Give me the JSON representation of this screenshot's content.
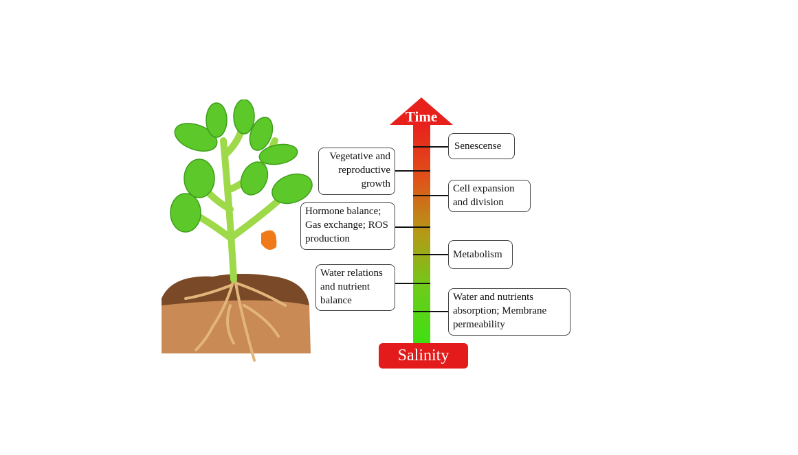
{
  "arrow": {
    "top_label": "Time",
    "bottom_label": "Salinity",
    "gradient_colors": [
      "#e8201c",
      "#e0521a",
      "#b49a16",
      "#3ee012"
    ]
  },
  "left_boxes": [
    {
      "text": "Vegetative and reproductive growth"
    },
    {
      "text": "Hormone balance; Gas exchange; ROS production"
    },
    {
      "text": "Water relations and nutrient balance"
    }
  ],
  "right_boxes": [
    {
      "text": "Senescense"
    },
    {
      "text": "Cell expansion and division"
    },
    {
      "text": "Metabolism"
    },
    {
      "text": "Water and nutrients absorption; Membrane permeability"
    }
  ]
}
